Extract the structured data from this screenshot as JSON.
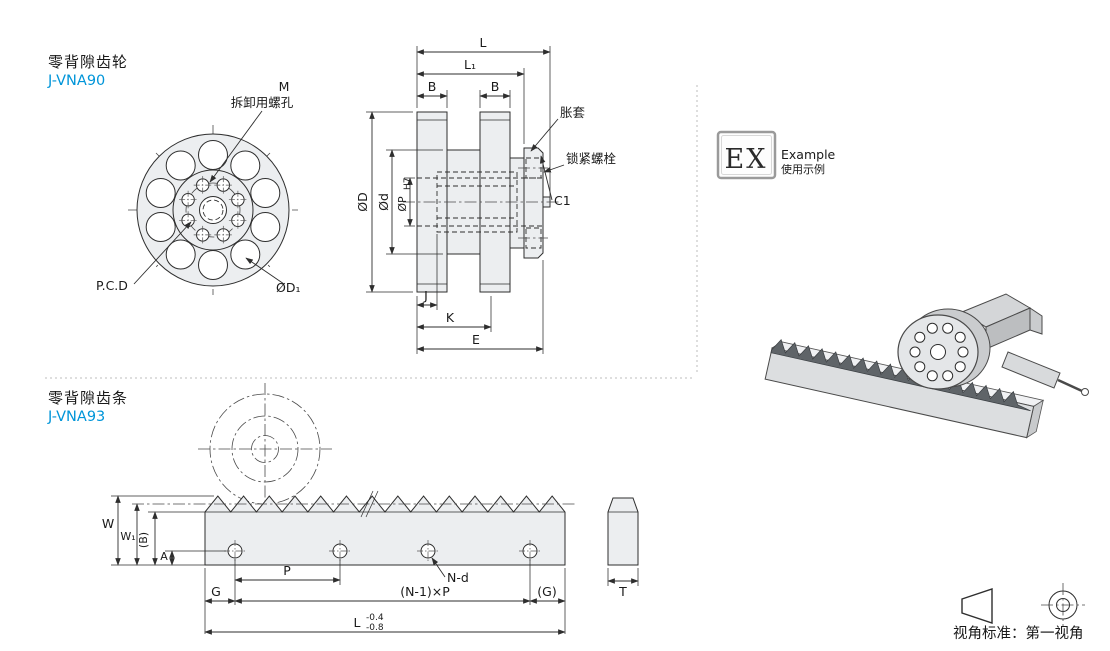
{
  "page": {
    "background": "#ffffff"
  },
  "colors": {
    "accent_blue": "#0095d9",
    "line_dark": "#2e2e2e",
    "shape_fill": "#eceef0"
  },
  "gear_section": {
    "title": "零背隙齿轮",
    "code": "J-VNA90",
    "labels": {
      "m": "M",
      "removal_hole": "拆卸用螺孔",
      "pcd": "P.C.D",
      "d1": "ØD₁",
      "expansion_sleeve": "胀套",
      "lock_bolt": "锁紧螺栓",
      "c1": "C1",
      "L": "L",
      "L1": "L₁",
      "B_left": "B",
      "B_right": "B",
      "OD": "ØD",
      "Od": "Ød",
      "OP": "ØP",
      "OP_sub": "H7",
      "J": "J",
      "K": "K",
      "E": "E"
    }
  },
  "rack_section": {
    "title": "零背隙齿条",
    "code": "J-VNA93",
    "labels": {
      "W": "W",
      "W1": "W₁",
      "B": "(B)",
      "A": "A",
      "P": "P",
      "Nd": "N-d",
      "G": "G",
      "NP": "(N-1)×P",
      "G_right": "(G)",
      "T": "T",
      "L": "L",
      "tol_upper": "-0.4",
      "tol_lower": "-0.8"
    }
  },
  "example_section": {
    "ex_logo": "EX",
    "label_en": "Example",
    "label_cn": "使用示例"
  },
  "footer": {
    "view_standard": "视角标准：第一视角"
  }
}
